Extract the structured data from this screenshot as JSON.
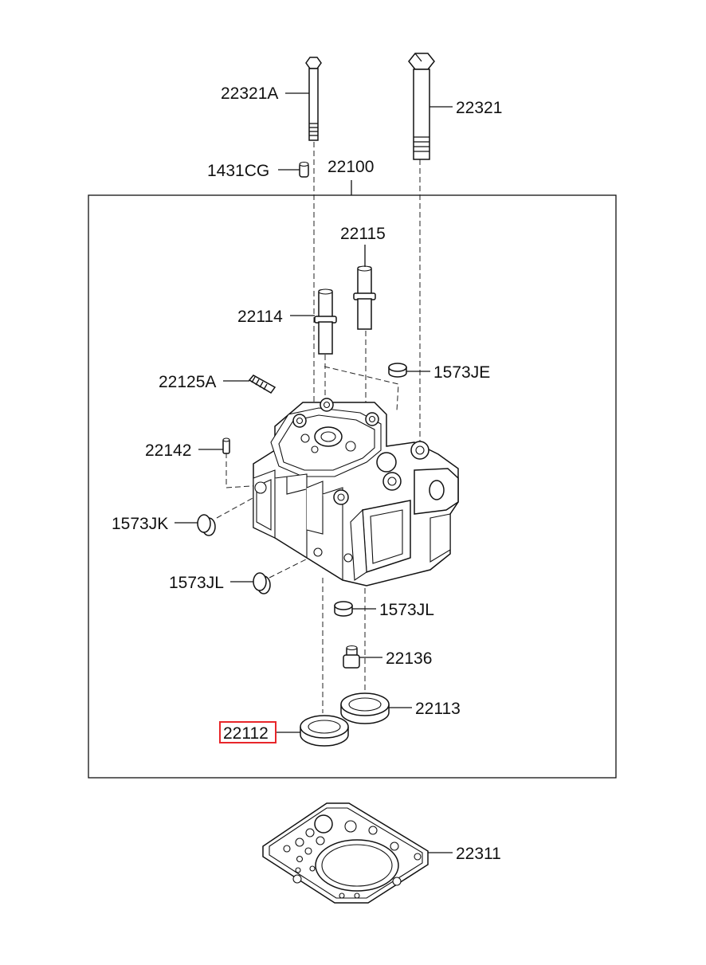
{
  "labels": {
    "p22321A": "22321A",
    "p22321": "22321",
    "p1431CG": "1431CG",
    "p22100": "22100",
    "p22115": "22115",
    "p22114": "22114",
    "p22125A": "22125A",
    "p1573JE": "1573JE",
    "p22142": "22142",
    "p1573JK": "1573JK",
    "p1573JL_a": "1573JL",
    "p1573JL_b": "1573JL",
    "p22136": "22136",
    "p22113": "22113",
    "p22112": "22112",
    "p22311": "22311"
  },
  "highlighted_part": "22112",
  "colors": {
    "line": "#111111",
    "highlight": "#e8262a",
    "background": "#ffffff"
  }
}
